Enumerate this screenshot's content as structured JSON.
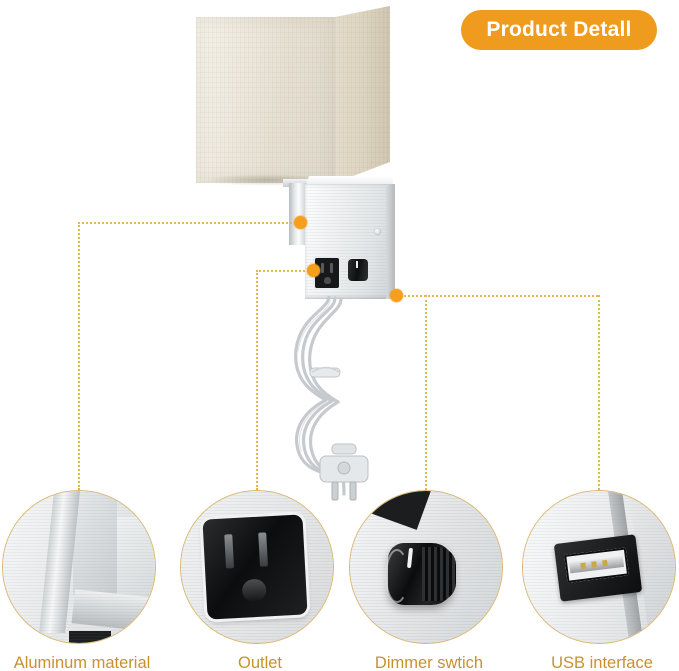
{
  "badge": {
    "label": "Product Detall",
    "bg_color": "#ef9b1e",
    "text_color": "#ffffff"
  },
  "product": {
    "name": "wall-sconce-lamp",
    "parts": {
      "shade": "rectangular cream linen lamp shade",
      "arm": "brushed aluminum arm",
      "mount_box": "brushed aluminum wall mount box",
      "outlet": "black three-prong power outlet",
      "dimmer": "black rotary dimmer knob",
      "cord": "coiled silver power cord with two-prong plug"
    }
  },
  "leader_color": "#e3b84f",
  "dot_color": "#f59f1c",
  "callouts": [
    {
      "id": "aluminum-material",
      "label": "Aluminum material",
      "detail": "brushed aluminum body edge close-up"
    },
    {
      "id": "outlet",
      "label": "Outlet",
      "detail": "black three-prong US power outlet close-up"
    },
    {
      "id": "dimmer-switch",
      "label": "Dimmer swtich",
      "detail": "black knurled rotary dimmer knob close-up"
    },
    {
      "id": "usb-interface",
      "label": "USB interface",
      "detail": "black USB-A port on brushed metal close-up"
    }
  ],
  "label_color": "#c8912e",
  "background_color": "#ffffff"
}
